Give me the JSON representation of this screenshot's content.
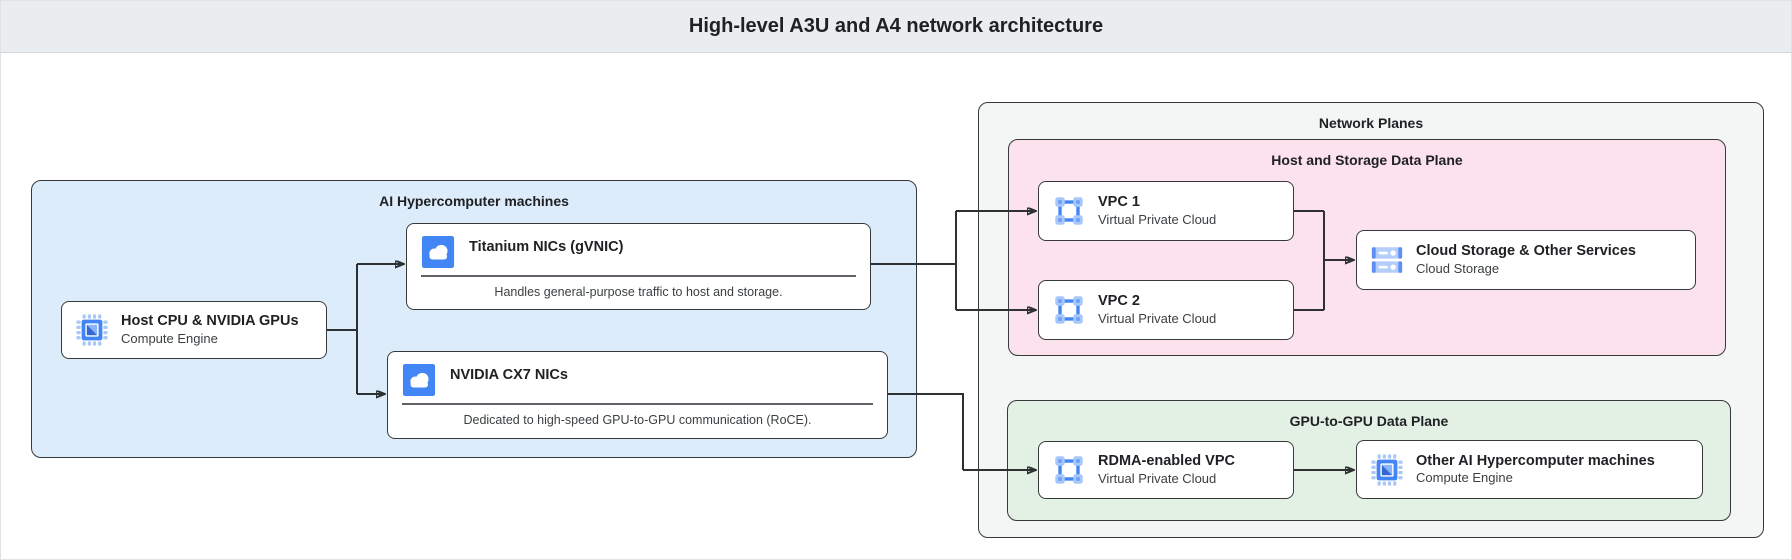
{
  "header": {
    "title": "High-level A3U and A4 network architecture"
  },
  "containers": {
    "ai_machines": {
      "label": "AI Hypercomputer machines"
    },
    "network_planes": {
      "label": "Network Planes"
    },
    "host_storage_plane": {
      "label": "Host and Storage Data Plane"
    },
    "gpu_plane": {
      "label": "GPU-to-GPU Data Plane"
    }
  },
  "nodes": {
    "host_cpu": {
      "title": "Host CPU & NVIDIA GPUs",
      "subtitle": "Compute Engine",
      "icon": "compute-engine-chip-icon"
    },
    "titanium": {
      "title": "Titanium NICs (gVNIC)",
      "description": "Handles general-purpose traffic to host and storage.",
      "icon": "cloud-nic-icon"
    },
    "cx7": {
      "title": "NVIDIA CX7 NICs",
      "description": "Dedicated to high-speed GPU-to-GPU communication (RoCE).",
      "icon": "cloud-nic-icon"
    },
    "vpc1": {
      "title": "VPC 1",
      "subtitle": "Virtual Private Cloud",
      "icon": "vpc-icon"
    },
    "vpc2": {
      "title": "VPC 2",
      "subtitle": "Virtual Private Cloud",
      "icon": "vpc-icon"
    },
    "storage": {
      "title": "Cloud Storage & Other Services",
      "subtitle": "Cloud Storage",
      "icon": "cloud-storage-icon"
    },
    "rdma": {
      "title": "RDMA-enabled VPC",
      "subtitle": "Virtual Private Cloud",
      "icon": "vpc-icon"
    },
    "other_ai": {
      "title": "Other AI Hypercomputer machines",
      "subtitle": "Compute Engine",
      "icon": "compute-engine-chip-icon"
    }
  },
  "colors": {
    "accent_blue": "#4285f4",
    "icon_blue_light": "#a8c7fa",
    "container_blue": "#dcecfa",
    "container_pink": "#fbe2ec",
    "container_green": "#e3f1e4",
    "container_gray": "#f4f5f5",
    "header_bg": "#e9edf0",
    "border_dark": "#37393b",
    "connector": "#2d3134",
    "divider": "#5f6368",
    "text_primary": "#202124",
    "text_secondary": "#3c4043"
  }
}
